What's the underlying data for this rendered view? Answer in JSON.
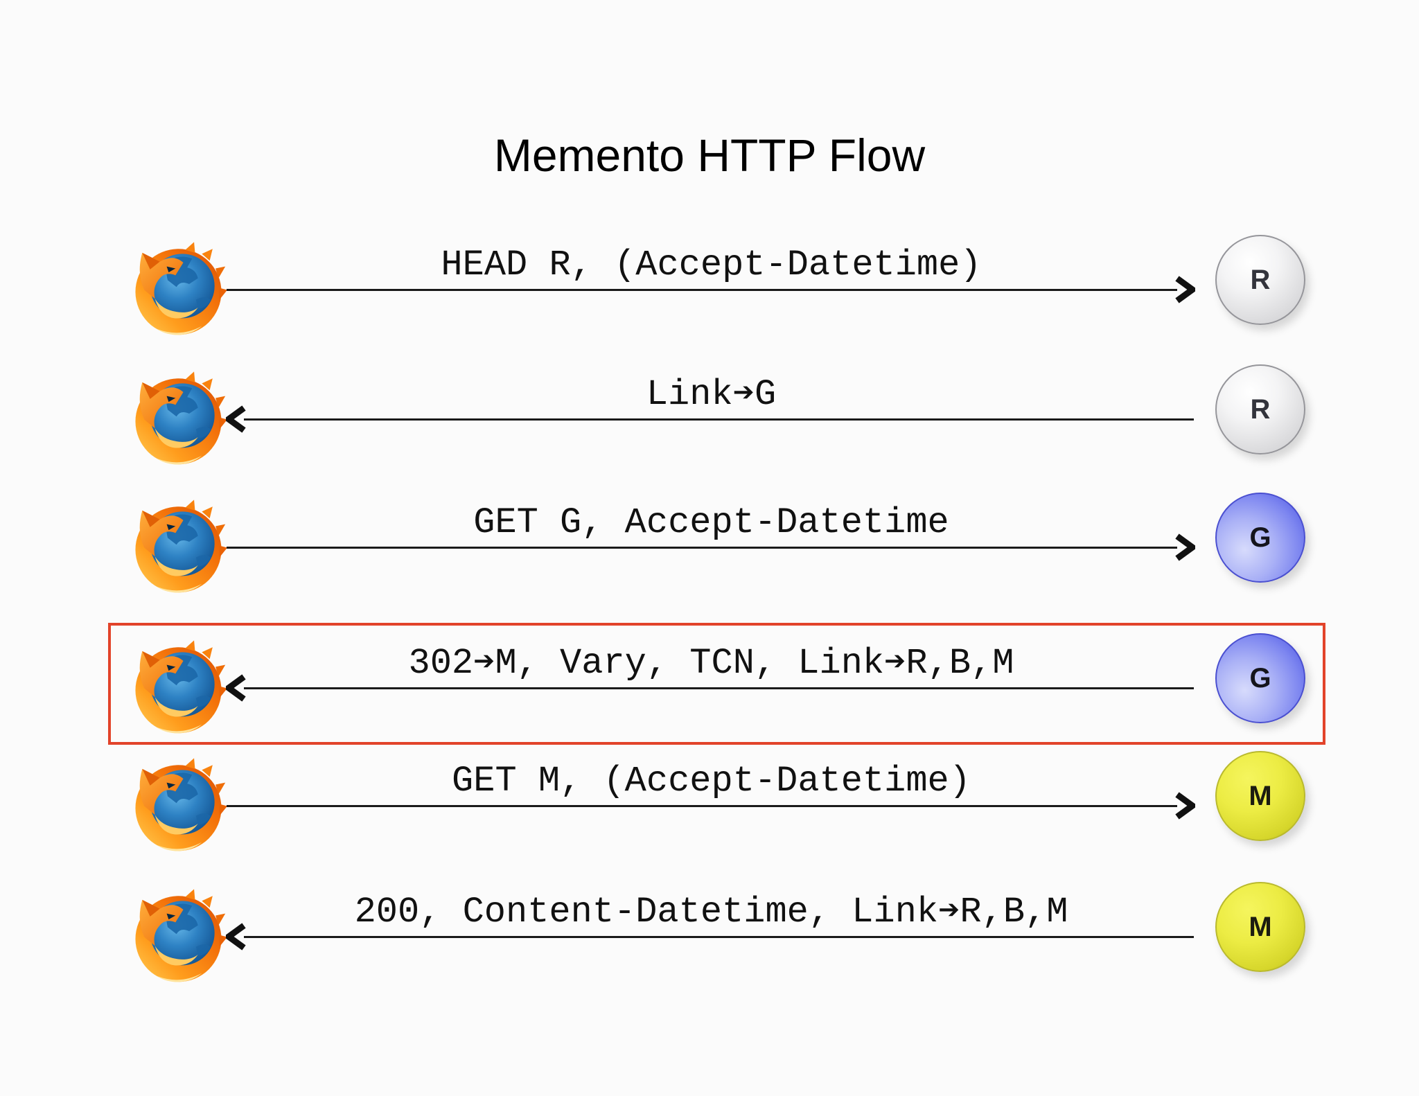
{
  "title": "Memento HTTP Flow",
  "client": {
    "icon": "firefox-icon"
  },
  "colors": {
    "highlight_border": "#e2432a",
    "arrow": "#1a1a1a",
    "node_r_gray": "#d9d9db",
    "node_g_blue": "#6b74ec",
    "node_m_yellow": "#dede30"
  },
  "rows": [
    {
      "message": "HEAD R, (Accept-Datetime)",
      "direction": "to-server",
      "server": "R",
      "node_color": "gray",
      "highlighted": false
    },
    {
      "message": "Link➔G",
      "direction": "to-client",
      "server": "R",
      "node_color": "gray",
      "highlighted": false
    },
    {
      "message": "GET G, Accept-Datetime",
      "direction": "to-server",
      "server": "G",
      "node_color": "blue",
      "highlighted": false
    },
    {
      "message": "302➔M, Vary, TCN, Link➔R,B,M",
      "direction": "to-client",
      "server": "G",
      "node_color": "blue",
      "highlighted": true
    },
    {
      "message": "GET M, (Accept-Datetime)",
      "direction": "to-server",
      "server": "M",
      "node_color": "yellow",
      "highlighted": false
    },
    {
      "message": "200, Content-Datetime, Link➔R,B,M",
      "direction": "to-client",
      "server": "M",
      "node_color": "yellow",
      "highlighted": false
    }
  ]
}
